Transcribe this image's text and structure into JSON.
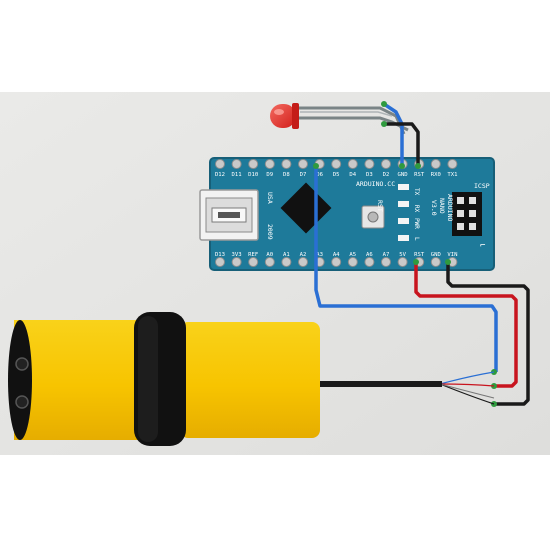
{
  "board": {
    "top_pins": [
      "D12",
      "D11",
      "D10",
      "D9",
      "D8",
      "D7",
      "D6",
      "D5",
      "D4",
      "D3",
      "D2",
      "GND",
      "RST",
      "RX0",
      "TX1"
    ],
    "bottom_pins": [
      "D13",
      "3V3",
      "REF",
      "A0",
      "A1",
      "A2",
      "A3",
      "A4",
      "A5",
      "A6",
      "A7",
      "5V",
      "RST",
      "GND",
      "VIN"
    ],
    "brand": "ARDUINO.CC",
    "model_lines": [
      "ARDUINO",
      "NANO",
      "V3.0"
    ],
    "usb_label": "USA",
    "year_label": "2009",
    "icsp_label": "ICSP",
    "rst_label": "RST",
    "led_labels": [
      "TX",
      "RX",
      "PWR",
      "L"
    ]
  },
  "colors": {
    "background_wall": "#e6e6e4",
    "board": "#1e7a9a",
    "sensor_body": "#f7c400",
    "sensor_band": "#111111",
    "wire_blue": "#2a6fd4",
    "wire_red": "#c8141e",
    "wire_black": "#1a1a1a",
    "led": "#e8332e",
    "gnd_wire_led": "#7a8486"
  }
}
